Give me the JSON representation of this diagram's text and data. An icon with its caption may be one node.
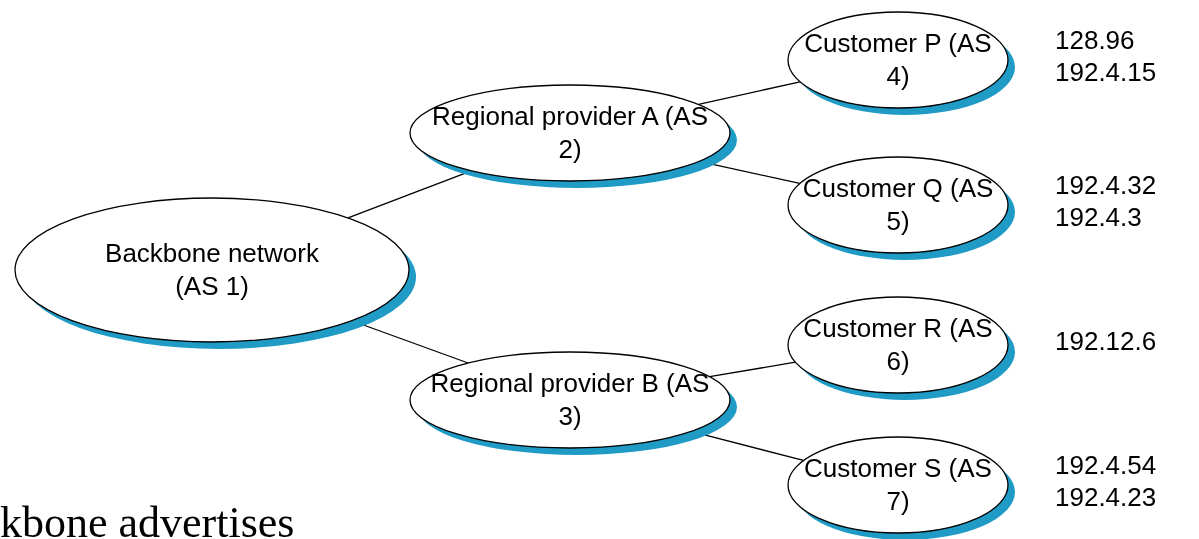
{
  "diagram": {
    "nodes": [
      {
        "text": [
          "Backbone network (AS 1)"
        ]
      },
      {
        "text": [
          "Regional provider A (AS 2)"
        ]
      },
      {
        "text": [
          "Regional provider B (AS 3)"
        ]
      },
      {
        "text": [
          "Customer P (AS 4)"
        ],
        "beside": [
          "128.96",
          "192.4.15"
        ]
      },
      {
        "text": [
          "Customer Q (AS 5)"
        ],
        "beside": [
          "192.4.32",
          "192.4.3"
        ]
      },
      {
        "text": [
          "Customer R (AS 6)"
        ],
        "beside": [
          "192.12.6"
        ]
      },
      {
        "text": [
          "Customer S (AS 7)"
        ],
        "beside": [
          "192.4.54",
          "192.4.23"
        ]
      }
    ],
    "edges": [
      {
        "from": 0,
        "to": 1,
        "arrow": "none"
      },
      {
        "from": 0,
        "to": 2,
        "arrow": "none"
      },
      {
        "from": 1,
        "to": 3,
        "arrow": "none"
      },
      {
        "from": 1,
        "to": 4,
        "arrow": "none"
      },
      {
        "from": 2,
        "to": 5,
        "arrow": "none"
      },
      {
        "from": 2,
        "to": 6,
        "arrow": "none"
      }
    ],
    "labels": [
      "kbone advertises"
    ]
  }
}
